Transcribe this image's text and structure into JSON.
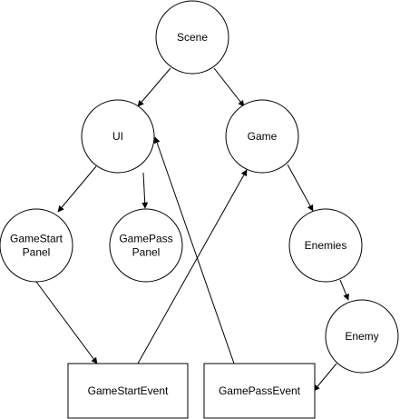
{
  "diagram": {
    "nodes": {
      "scene": {
        "lines": [
          "Scene"
        ]
      },
      "ui": {
        "lines": [
          "UI"
        ]
      },
      "game": {
        "lines": [
          "Game"
        ]
      },
      "gamestart_panel": {
        "lines": [
          "GameStart",
          "Panel"
        ]
      },
      "gamepass_panel": {
        "lines": [
          "GamePass",
          "Panel"
        ]
      },
      "enemies": {
        "lines": [
          "Enemies"
        ]
      },
      "enemy": {
        "lines": [
          "Enemy"
        ]
      },
      "gamestart_event": {
        "lines": [
          "GameStartEvent"
        ]
      },
      "gamepass_event": {
        "lines": [
          "GamePassEvent"
        ]
      }
    },
    "edges": [
      {
        "from": "scene",
        "to": "ui"
      },
      {
        "from": "scene",
        "to": "game"
      },
      {
        "from": "ui",
        "to": "gamestart_panel"
      },
      {
        "from": "ui",
        "to": "gamepass_panel"
      },
      {
        "from": "game",
        "to": "enemies"
      },
      {
        "from": "enemies",
        "to": "enemy"
      },
      {
        "from": "gamestart_panel",
        "to": "gamestart_event"
      },
      {
        "from": "gamestart_event",
        "to": "game"
      },
      {
        "from": "gamepass_event",
        "to": "ui"
      },
      {
        "from": "enemy",
        "to": "gamepass_event"
      }
    ]
  }
}
